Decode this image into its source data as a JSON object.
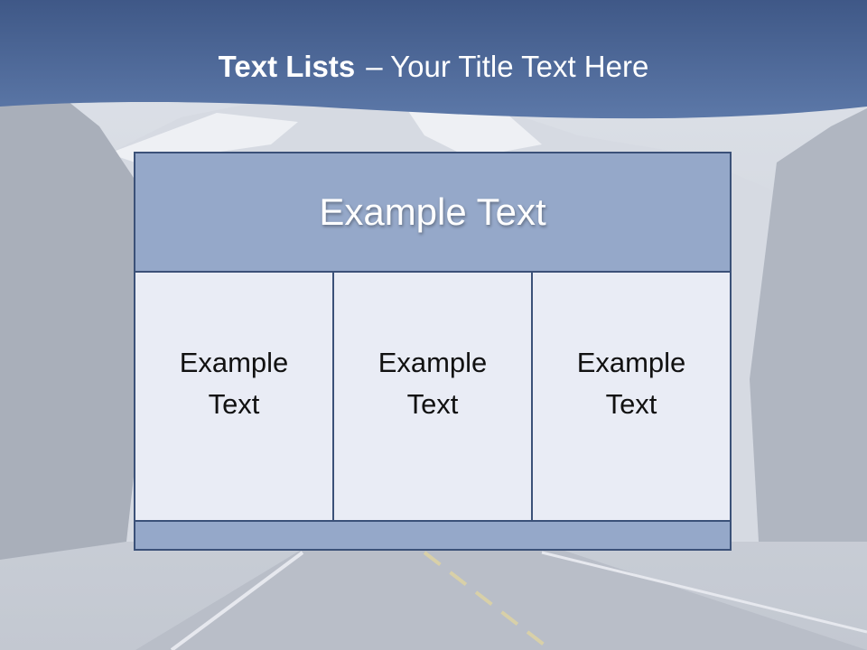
{
  "slide": {
    "title_bold": "Text Lists",
    "title_rest": "– Your Title Text Here"
  },
  "diagram": {
    "header": "Example Text",
    "columns": [
      {
        "text": "Example Text"
      },
      {
        "text": "Example Text"
      },
      {
        "text": "Example Text"
      }
    ]
  },
  "colors": {
    "header_band": "#4f6b9b",
    "box_header": "#95a8c9",
    "box_body": "#e9ecf5",
    "border": "#3b5178"
  }
}
